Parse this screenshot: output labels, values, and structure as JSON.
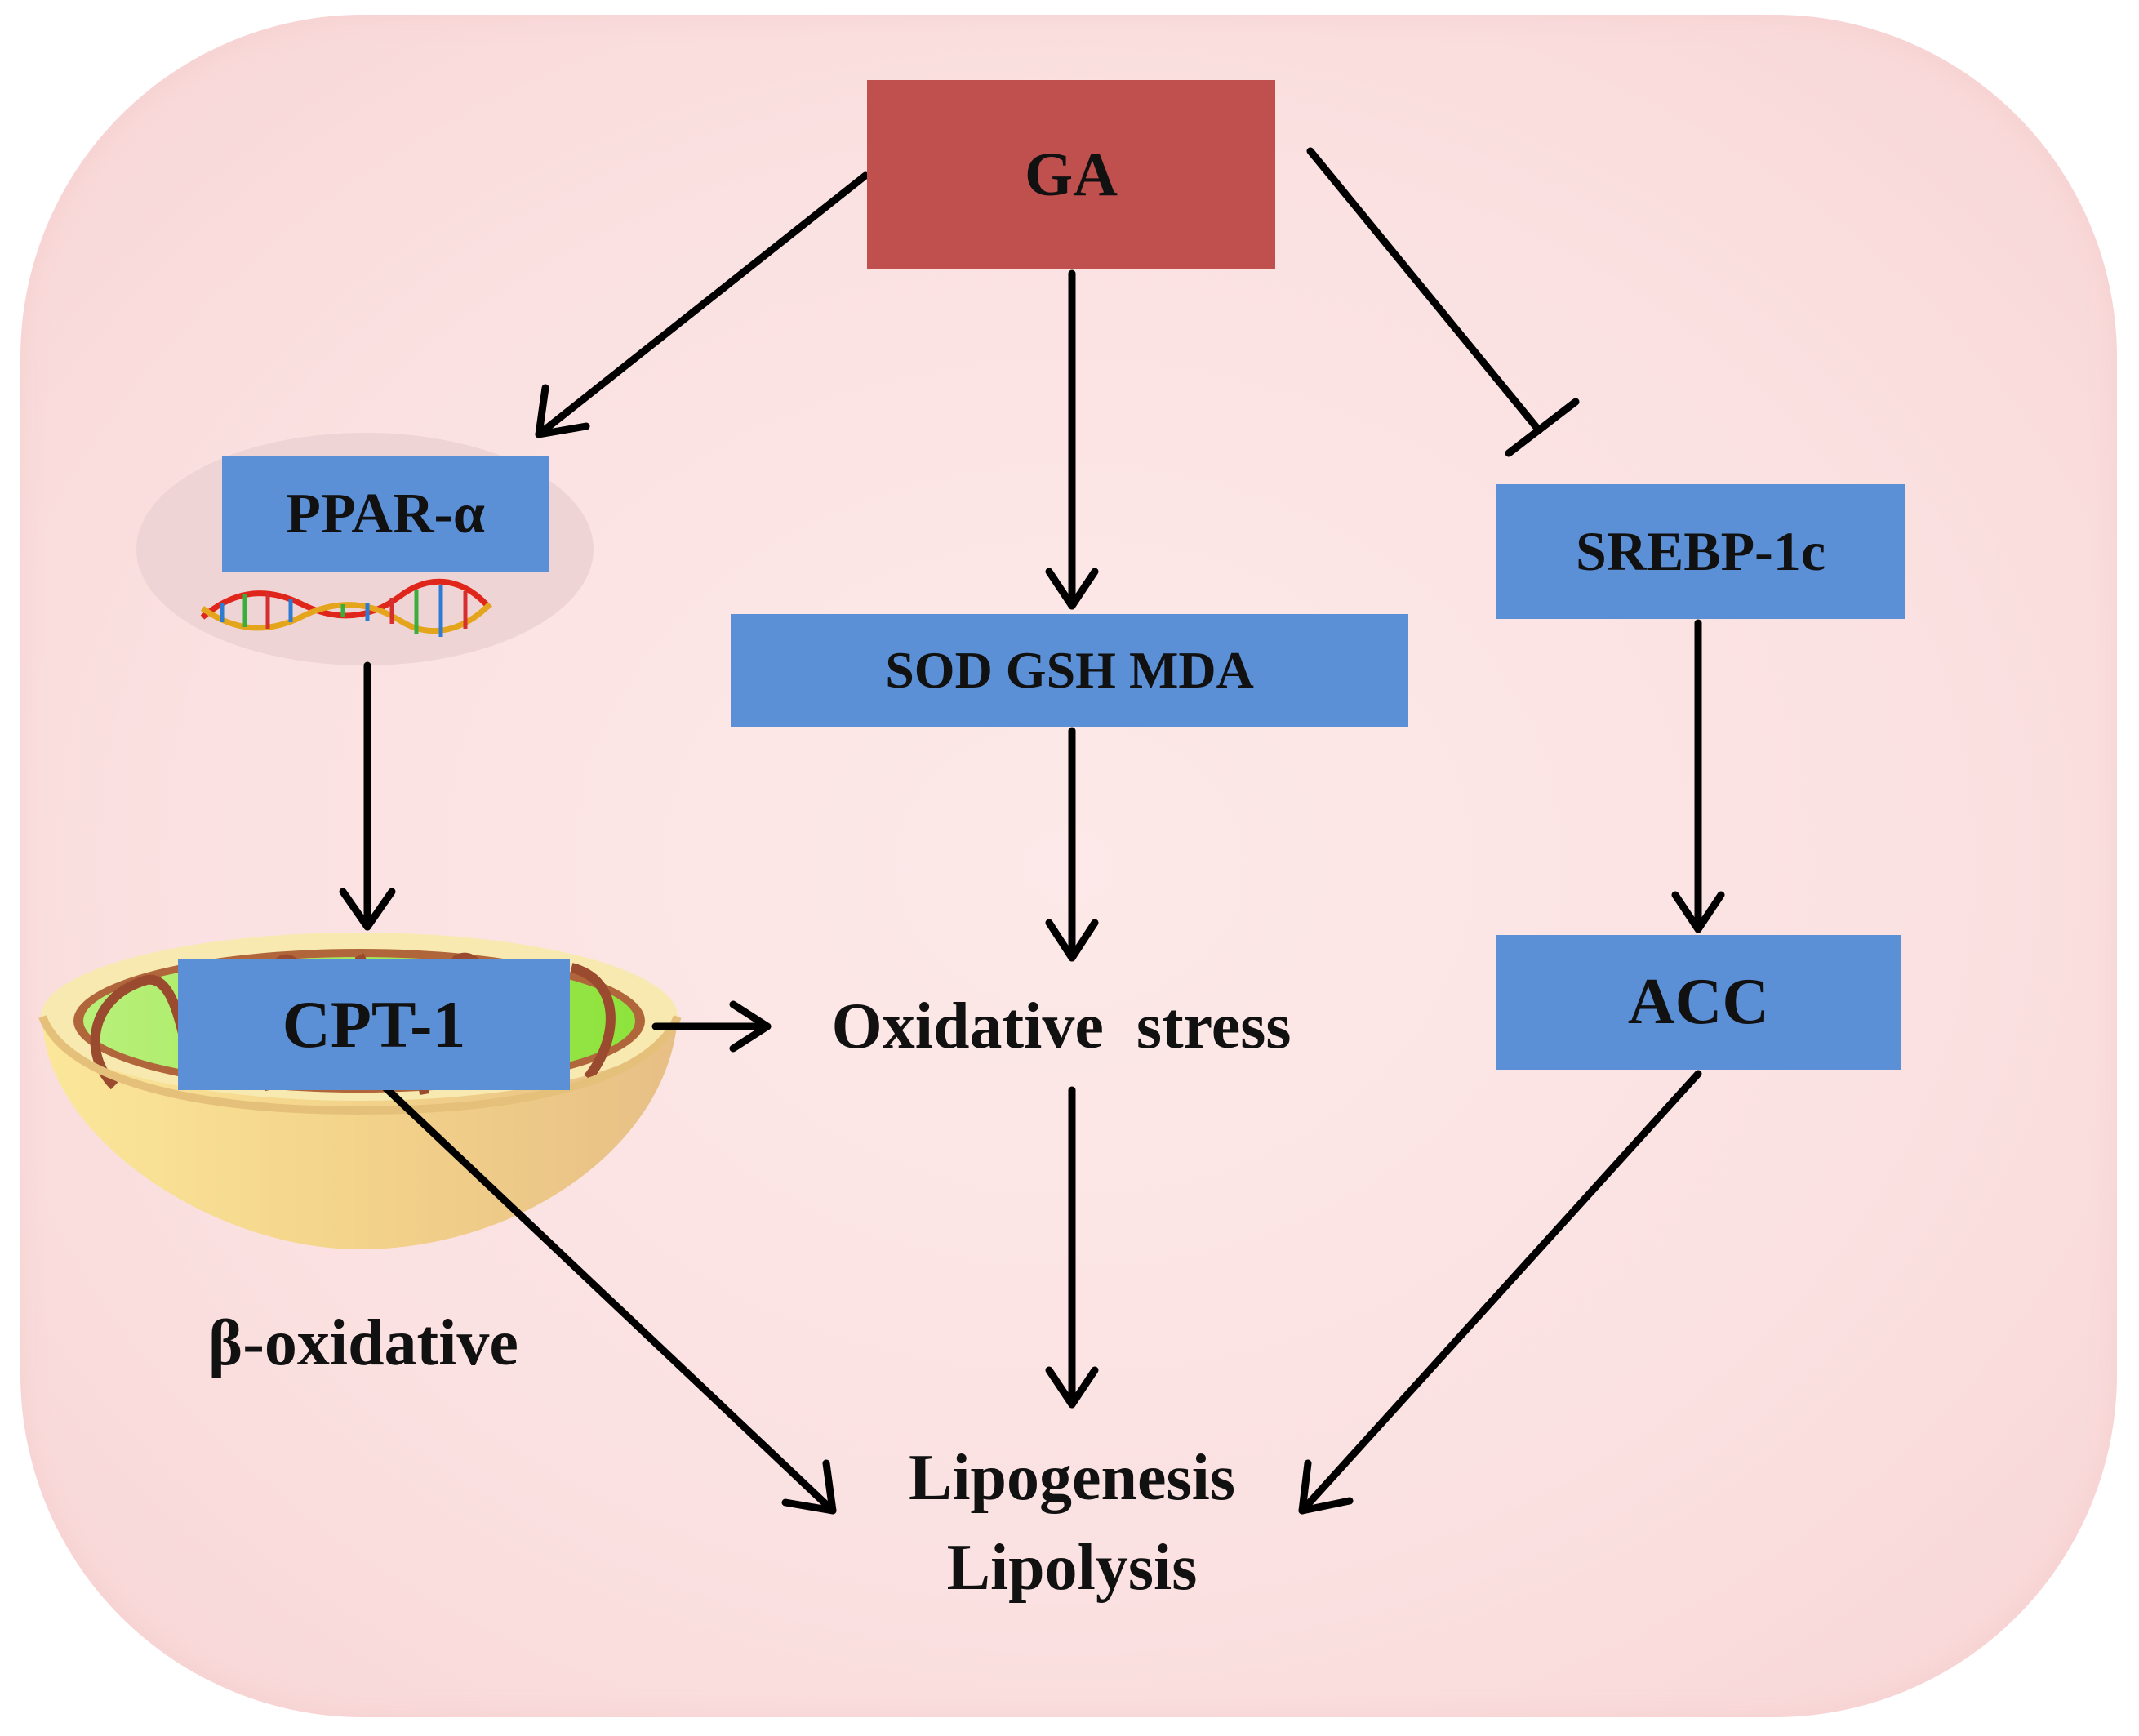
{
  "diagram": {
    "nodes": {
      "ga": "GA",
      "ppar": "PPAR-α",
      "sod": "SOD GSH MDA",
      "srebp": "SREBP-1c",
      "cpt": "CPT-1",
      "acc": "ACC",
      "oxidative_stress": "Oxidative  stress",
      "beta_oxidative": "β-oxidative",
      "lipogenesis": "Lipogenesis",
      "lipolysis": "Lipolysis"
    },
    "edges": [
      {
        "from": "GA",
        "to": "PPAR-α",
        "type": "activation"
      },
      {
        "from": "GA",
        "to": "SOD GSH MDA",
        "type": "activation"
      },
      {
        "from": "GA",
        "to": "SREBP-1c",
        "type": "inhibition"
      },
      {
        "from": "PPAR-α",
        "to": "CPT-1",
        "type": "activation"
      },
      {
        "from": "SOD GSH MDA",
        "to": "Oxidative stress",
        "type": "activation"
      },
      {
        "from": "CPT-1",
        "to": "Oxidative stress",
        "type": "activation"
      },
      {
        "from": "SREBP-1c",
        "to": "ACC",
        "type": "activation"
      },
      {
        "from": "CPT-1",
        "to": "Lipogenesis/Lipolysis",
        "type": "activation"
      },
      {
        "from": "Oxidative stress",
        "to": "Lipogenesis/Lipolysis",
        "type": "activation"
      },
      {
        "from": "ACC",
        "to": "Lipogenesis/Lipolysis",
        "type": "activation"
      }
    ],
    "icons": [
      "dna-icon",
      "mitochondrion-icon"
    ],
    "colors": {
      "ga_box": "#c0504d",
      "node_box": "#5b8fd6",
      "background": "#fbe1e1",
      "arrow": "#000000"
    }
  }
}
